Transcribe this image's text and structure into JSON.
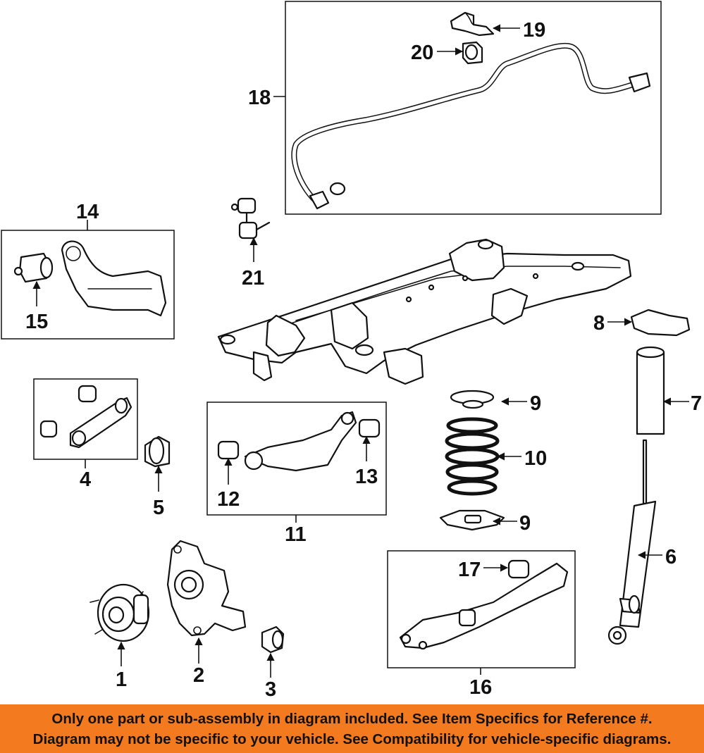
{
  "diagram": {
    "callouts": {
      "c1": "1",
      "c2": "2",
      "c3": "3",
      "c4": "4",
      "c5": "5",
      "c6": "6",
      "c7": "7",
      "c8": "8",
      "c9a": "9",
      "c9b": "9",
      "c10": "10",
      "c11": "11",
      "c12": "12",
      "c13": "13",
      "c14": "14",
      "c15": "15",
      "c16": "16",
      "c17": "17",
      "c18": "18",
      "c19": "19",
      "c20": "20",
      "c21": "21"
    }
  },
  "footer": {
    "line1": "Only one part or sub-assembly in diagram included. See Item Specifics for Reference #.",
    "line2": "Diagram may not be specific to your vehicle. See Compatibility for vehicle-specific diagrams."
  },
  "colors": {
    "footer_background": "#f47a20",
    "line_art": "#111111"
  }
}
